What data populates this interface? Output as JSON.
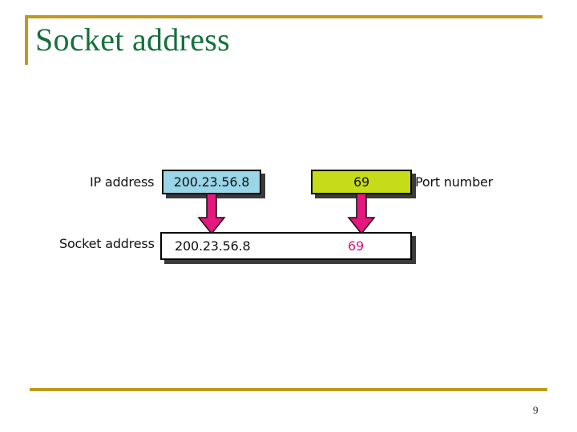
{
  "slide": {
    "title": "Socket address",
    "page_number": "9",
    "accent_color": "#BF9A1E",
    "title_color": "#16703C"
  },
  "diagram": {
    "labels": {
      "ip_address": "IP address",
      "socket_address": "Socket address",
      "port_number": "Port number"
    },
    "boxes": {
      "ip": {
        "value": "200.23.56.8",
        "color": "#99D6E8"
      },
      "port": {
        "value": "69",
        "color": "#C6DC18"
      },
      "socket": {
        "ip_part": "200.23.56.8",
        "port_part": "69",
        "color": "#FFFFFF",
        "port_text_color": "#D6157E"
      }
    },
    "arrows": {
      "color": "#E6187F",
      "ip_arrow": "down-arrow-icon",
      "port_arrow": "down-arrow-icon"
    }
  }
}
